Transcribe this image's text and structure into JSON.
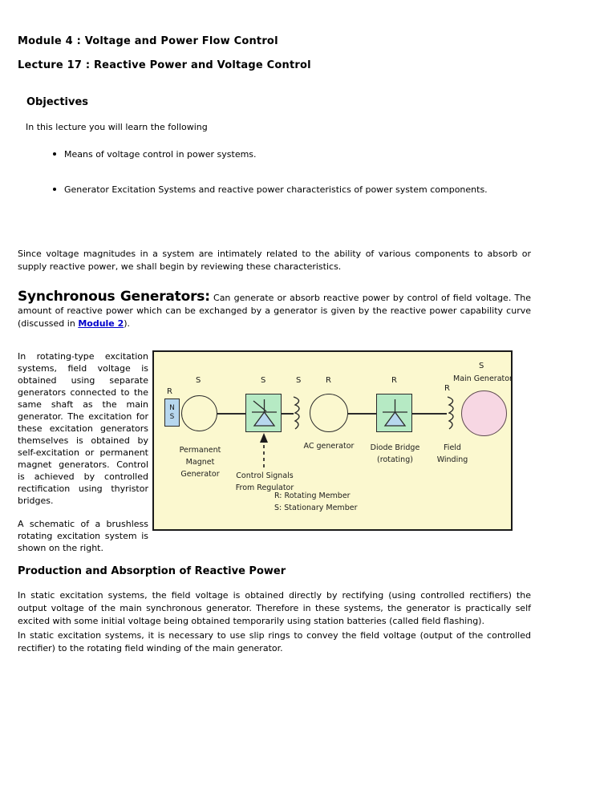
{
  "header": {
    "module_title": "Module 4 : Voltage and Power Flow Control",
    "lecture_title": "Lecture 17 : Reactive Power and Voltage Control"
  },
  "objectives": {
    "heading": "Objectives",
    "intro": "In this lecture you will learn the following",
    "items": [
      "Means of voltage control in power systems.",
      "Generator Excitation Systems and reactive power characteristics of power system components."
    ]
  },
  "body": {
    "since_paragraph": "Since voltage magnitudes in a system are intimately related to the ability of various components to absorb or supply reactive power, we shall begin by reviewing these characteristics.",
    "sync_heading": "Synchronous Generators",
    "sync_colon": ":",
    "sync_text_part1": " Can generate or absorb reactive power by control of field voltage. The amount of reactive power which can be exchanged by a generator is given by the reactive power capability curve (discussed in ",
    "sync_link": "Module 2",
    "sync_text_part2": ")."
  },
  "figure_text": {
    "left_paragraph_1": "In rotating-type excitation systems, field voltage is obtained using separate generators connected to the same shaft as the main generator. The excitation for these excitation generators themselves is obtained by self-excitation or permanent magnet generators. Control is achieved by controlled rectification using thyristor bridges.",
    "left_paragraph_2": "A schematic of a brushless rotating excitation system is shown on the right."
  },
  "figure": {
    "background_color": "#fbf8cf",
    "border_color": "#1a1a1a",
    "magnet_fill": "#b7d7ee",
    "rectifier_fill": "#b6eac4",
    "triangle_fill": "#b7d7ee",
    "main_generator_fill": "#f7d7e3",
    "magnet_north": "N",
    "magnet_south": "S",
    "markers": {
      "pmg_rotor": "R",
      "pmg_stator": "S",
      "thyristor_stator": "S",
      "coil1_stator": "S",
      "ac_gen_rotor": "R",
      "diode_rotor": "R",
      "field_winding_rotor": "R",
      "main_gen_stator": "S"
    },
    "labels": {
      "permanent_magnet_generator": [
        "Permanent",
        "Magnet",
        "Generator"
      ],
      "control_signals": [
        "Control Signals",
        "From Regulator"
      ],
      "ac_generator": "AC generator",
      "diode_bridge": [
        "Diode Bridge",
        "(rotating)"
      ],
      "field_winding": [
        "Field",
        "Winding"
      ],
      "main_generator": "Main Generator"
    },
    "legend": {
      "rotating": "R: Rotating Member",
      "stationary": "S: Stationary Member"
    }
  },
  "bottom": {
    "heading": "Production and Absorption of Reactive Power",
    "paragraph_1": "In static excitation systems, the field voltage is obtained directly by rectifying (using controlled rectifiers) the output voltage of the main synchronous generator. Therefore in these systems, the generator is practically self excited with some initial voltage being obtained temporarily using station batteries (called field flashing).",
    "paragraph_2": "In static excitation systems, it is necessary to use slip rings to convey the field voltage (output of the controlled rectifier) to the rotating field winding of the main generator."
  }
}
